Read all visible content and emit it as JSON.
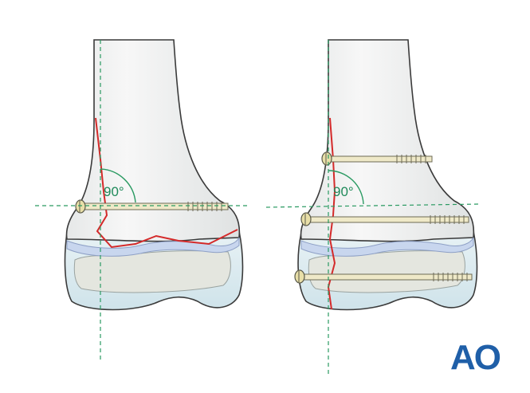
{
  "left_panel": {
    "angle_label": "90°"
  },
  "right_panel": {
    "angle_label": "90°"
  },
  "logo": {
    "text": "AO"
  },
  "colors": {
    "bone_outline": "#3a3a3a",
    "bone_fill": "#f2f3f3",
    "cartilage": "#c8d6ee",
    "growth_plate": "#d9e9ef",
    "fracture_line": "#d42a2a",
    "guide_line": "#2a9a62",
    "screw": "#efe9c8",
    "logo": "#1f5fa8"
  }
}
